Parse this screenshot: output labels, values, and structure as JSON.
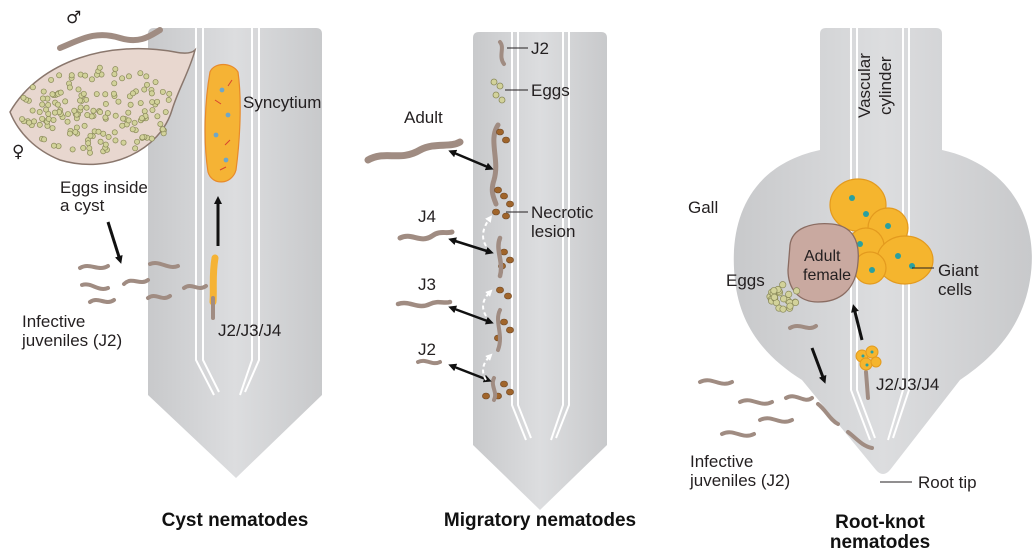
{
  "panels": {
    "cyst": {
      "title": "Cyst nematodes",
      "labels": {
        "male_symbol": "♂",
        "female_symbol": "♀",
        "syncytium": "Syncytium",
        "eggs_inside_cyst_line1": "Eggs inside",
        "eggs_inside_cyst_line2": "a cyst",
        "infective_line1": "Infective",
        "infective_line2": "juveniles (J2)",
        "stages": "J2/J3/J4"
      }
    },
    "migratory": {
      "title": "Migratory nematodes",
      "labels": {
        "j2_top": "J2",
        "eggs": "Eggs",
        "adult": "Adult",
        "necrotic_line1": "Necrotic",
        "necrotic_line2": "lesion",
        "j4": "J4",
        "j3": "J3",
        "j2": "J2"
      }
    },
    "root_knot": {
      "title_line1": "Root-knot",
      "title_line2": "nematodes",
      "labels": {
        "vascular_line1": "Vascular",
        "vascular_line2": "cylinder",
        "gall": "Gall",
        "adult_line1": "Adult",
        "adult_line2": "female",
        "eggs": "Eggs",
        "giant_line1": "Giant",
        "giant_line2": "cells",
        "stages": "J2/J3/J4",
        "infective_line1": "Infective",
        "infective_line2": "juveniles (J2)",
        "root_tip": "Root tip"
      }
    }
  },
  "colors": {
    "root": "#d4d5d7",
    "root_shade": "#c2c3c6",
    "nematode": "#a08c82",
    "syncytium": "#f5b335",
    "giant_cell": "#f5b52e",
    "adult_female": "#c9a9a0",
    "cyst": "#e8d7cf",
    "egg": "#d2d29a",
    "necrotic": "#a0652b"
  },
  "icons": [
    "male-symbol-icon",
    "female-symbol-icon",
    "arrow-icon"
  ]
}
